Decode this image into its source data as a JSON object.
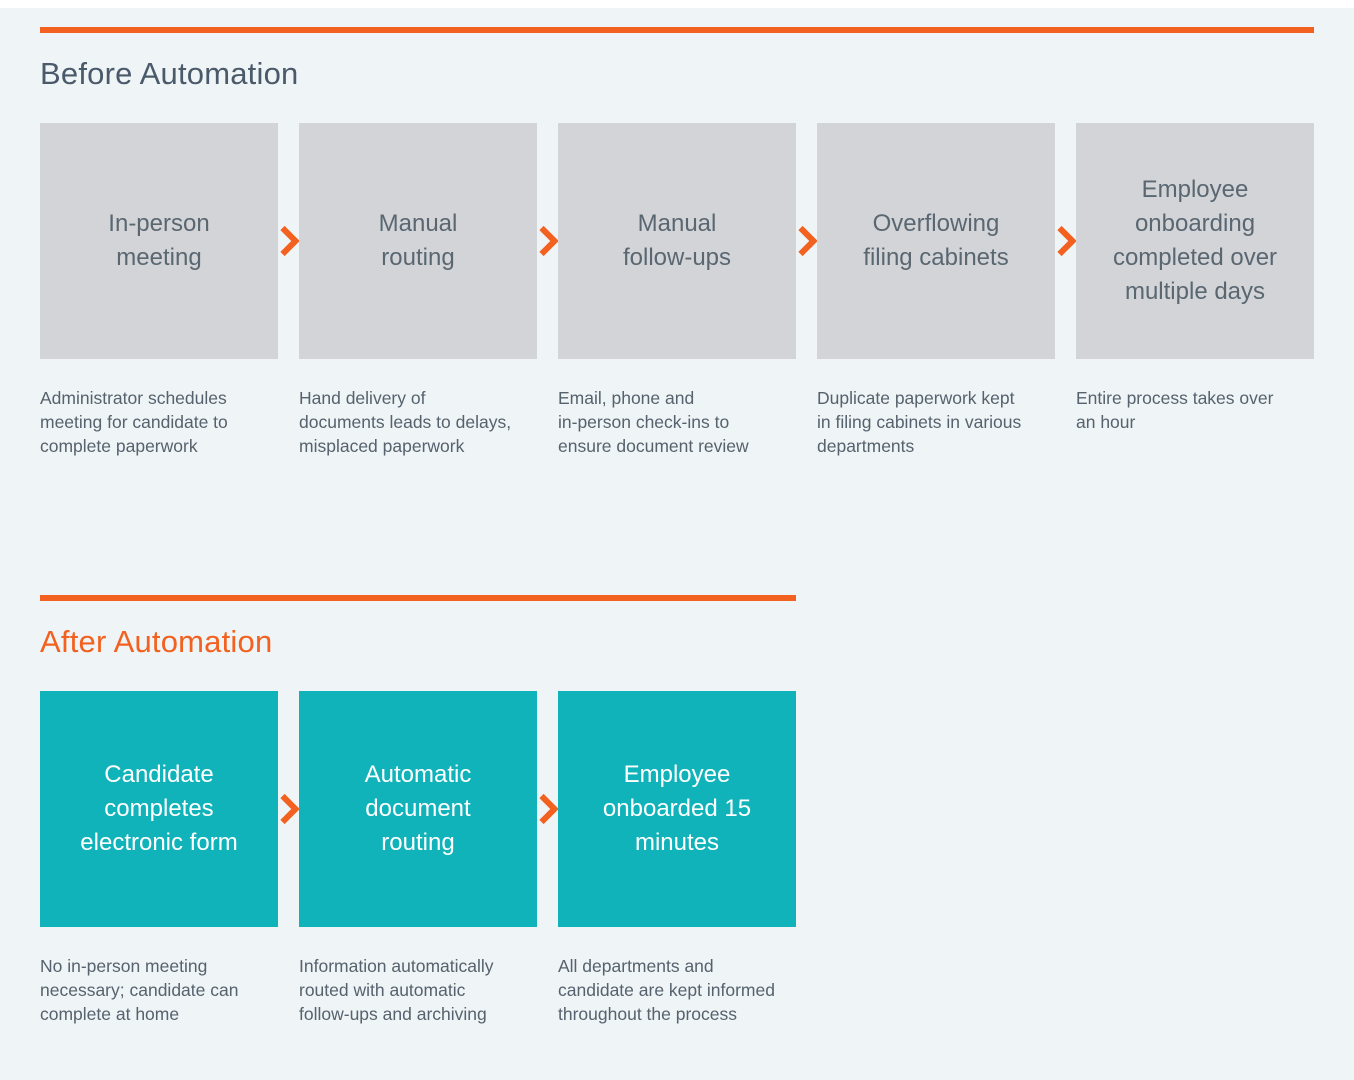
{
  "colors": {
    "accent_orange": "#F2611F",
    "teal_box": "#10B3BA",
    "gray_box": "#D2D4D8",
    "page_background": "#EFF4F6",
    "title_slate": "#4A5A6B",
    "text_slate": "#56626D"
  },
  "sections": [
    {
      "id": "before",
      "title": "Before Automation",
      "steps": [
        {
          "label": "In-person\nmeeting",
          "caption": "Administrator schedules\nmeeting for candidate to\ncomplete paperwork"
        },
        {
          "label": "Manual\nrouting",
          "caption": "Hand delivery of\ndocuments leads to delays,\nmisplaced paperwork"
        },
        {
          "label": "Manual\nfollow-ups",
          "caption": "Email, phone and\nin-person check-ins to\nensure document review"
        },
        {
          "label": "Overflowing\nfiling cabinets",
          "caption": "Duplicate paperwork kept\nin filing cabinets in various\ndepartments"
        },
        {
          "label": "Employee\nonboarding\ncompleted over\nmultiple days",
          "caption": "Entire process takes over\nan hour"
        }
      ]
    },
    {
      "id": "after",
      "title": "After Automation",
      "steps": [
        {
          "label": "Candidate\ncompletes\nelectronic form",
          "caption": "No in-person meeting\nnecessary; candidate can\ncomplete at home"
        },
        {
          "label": "Automatic\ndocument\nrouting",
          "caption": "Information automatically\nrouted with automatic\nfollow-ups and archiving"
        },
        {
          "label": "Employee\nonboarded 15\nminutes",
          "caption": "All departments and\ncandidate are kept informed\nthroughout the process"
        }
      ]
    }
  ]
}
